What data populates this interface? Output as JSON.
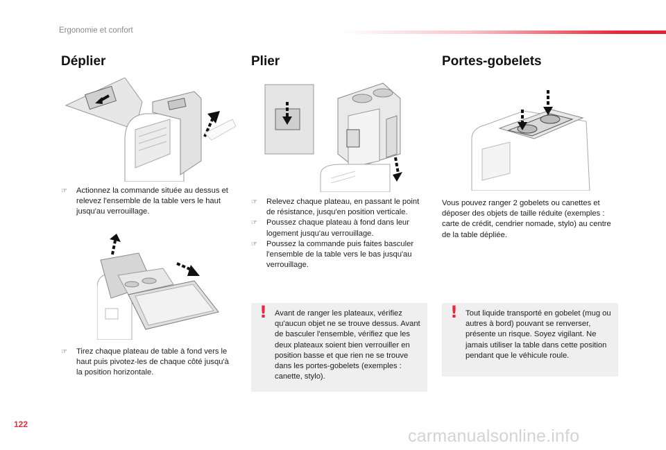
{
  "header": {
    "section": "Ergonomie et confort",
    "accent_color": "#e8293b"
  },
  "page_number": "122",
  "watermark": "carmanualsonline.info",
  "bullet_icon": "pointing-hand-icon",
  "columns": {
    "deplier": {
      "title": "Déplier",
      "steps": [
        "Actionnez la commande située au dessus et relevez l'ensemble de la table vers le haut jusqu'au verrouillage.",
        "Tirez chaque plateau de table à fond vers le haut puis pivotez-les de chaque côté jusqu'à la position horizontale."
      ]
    },
    "plier": {
      "title": "Plier",
      "steps": [
        "Relevez chaque plateau, en passant le point de résistance, jusqu'en position verticale.",
        "Poussez chaque plateau à fond dans leur logement jusqu'au verrouillage.",
        "Poussez la commande puis faites basculer l'ensemble de la table vers le bas jusqu'au verrouillage."
      ],
      "warning": "Avant de ranger les plateaux, vérifiez qu'aucun objet ne se trouve dessus. Avant de basculer l'ensemble, vérifiez que les deux plateaux soient bien verrouiller en position basse et que rien ne se trouve dans les portes-gobelets (exemples : canette, stylo)."
    },
    "gobelets": {
      "title": "Portes-gobelets",
      "description": "Vous pouvez ranger 2 gobelets ou canettes et déposer des objets de taille réduite (exemples : carte de crédit, cendrier nomade, stylo) au centre de la table dépliée.",
      "warning": "Tout liquide transporté en gobelet (mug ou autres à bord) pouvant se renverser, présente un risque. Soyez vigilant. Ne jamais utiliser la table dans cette position pendant que le véhicule roule."
    }
  }
}
